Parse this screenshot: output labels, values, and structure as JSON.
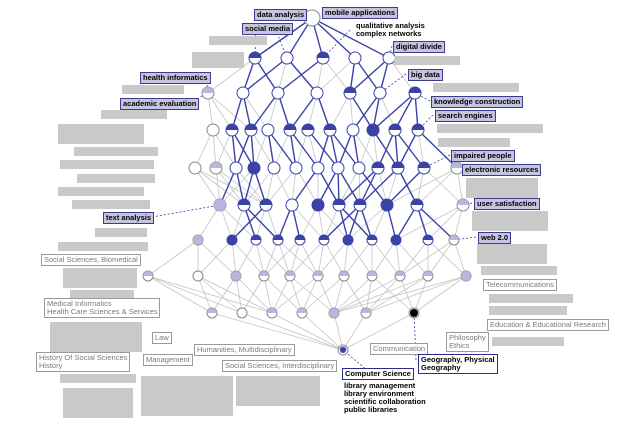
{
  "palette": {
    "highlight_edge": "#3a42a8",
    "dim_edge": "#c4c4c4",
    "highlight_fill": "#3a42a8",
    "dim_fill": "#b9b5dc",
    "node_stroke": "#888888",
    "bottom_node": "#000000"
  },
  "highlighted_labels": [
    "data analysis",
    "social media",
    "mobile applications",
    "qualitative analysis",
    "complex networks",
    "digital divide",
    "health informatics",
    "big data",
    "academic evaluation",
    "knowledge construction",
    "search engines",
    "impaired people",
    "electronic resources",
    "user satisfaction",
    "text analysis",
    "web 2.0",
    "Computer Science",
    "Geography, Physical",
    "Geography",
    "library management",
    "library environment",
    "scientific collaboration",
    "public libraries"
  ],
  "attribute_labels": [
    "Social Sciences, Biomedical",
    "Medical Informatics",
    "Health Care Sciences & Services",
    "Law",
    "History Of Social Sciences",
    "History",
    "Management",
    "Humanities, Multidisciplinary",
    "Social Sciences, Interdisciplinary",
    "Communication",
    "Philosophy",
    "Ethics",
    "Telecommunications",
    "Education & Educational Research"
  ]
}
